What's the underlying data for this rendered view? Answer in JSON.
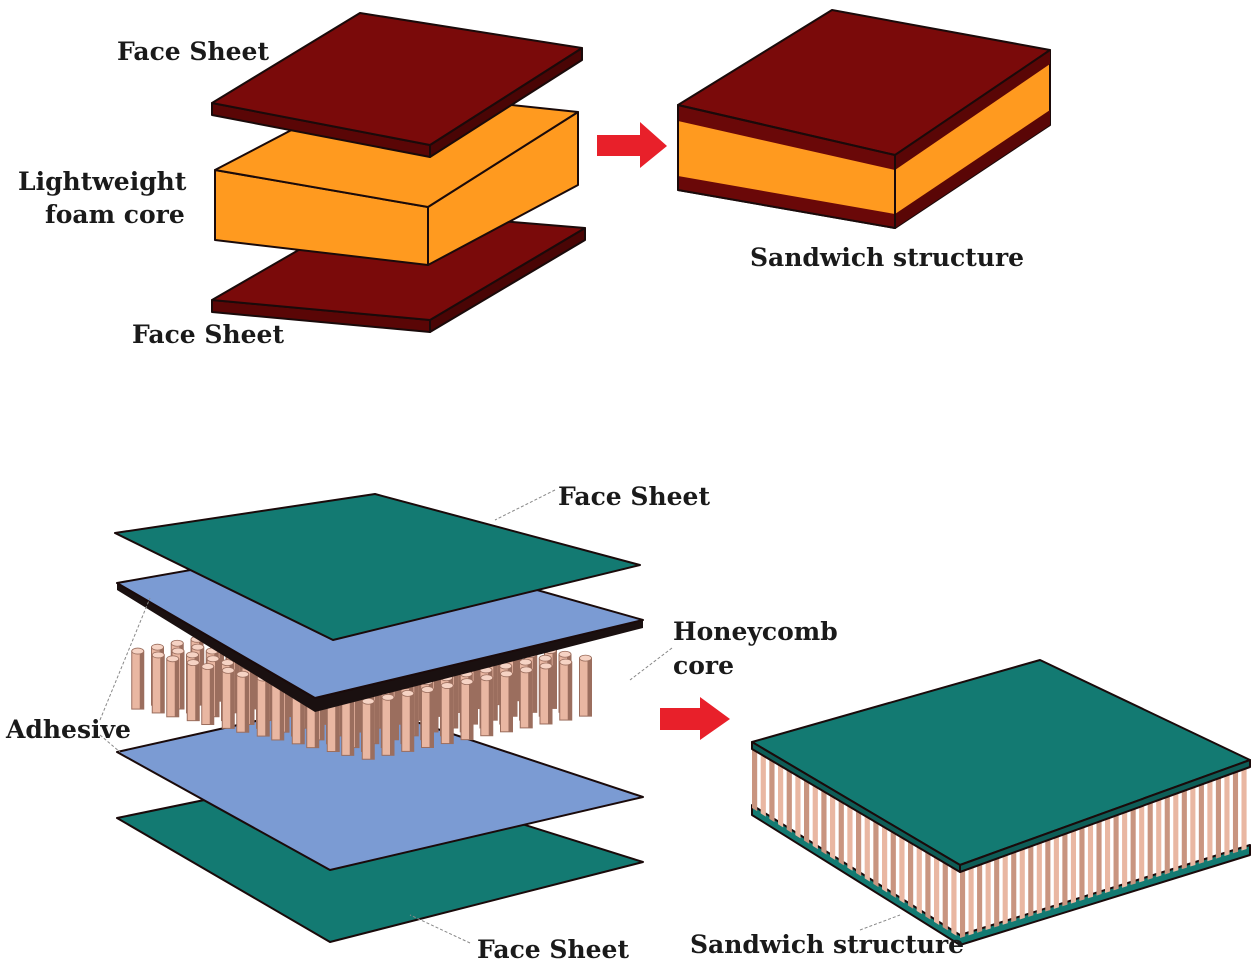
{
  "foam_sandwich": {
    "labels": {
      "top_face_sheet": "Face Sheet",
      "core_line1": "Lightweight",
      "core_line2": "foam core",
      "bottom_face_sheet": "Face Sheet",
      "result": "Sandwich structure"
    },
    "colors": {
      "face_sheet": "#7a0a0a",
      "face_sheet_side": "#5a0606",
      "core": "#ff9a1f",
      "arrow": "#e8202a"
    }
  },
  "honeycomb_sandwich": {
    "labels": {
      "top_face_sheet": "Face Sheet",
      "core_line1": "Honeycomb",
      "core_line2": "core",
      "adhesive": "Adhesive",
      "bottom_face_sheet": "Face Sheet",
      "result": "Sandwich structure"
    },
    "colors": {
      "face_sheet": "#137a72",
      "adhesive": "#7b9bd3",
      "honeycomb": "#e9b7a2",
      "honeycomb_shade": "#9b6e5e",
      "arrow": "#e8202a"
    }
  }
}
